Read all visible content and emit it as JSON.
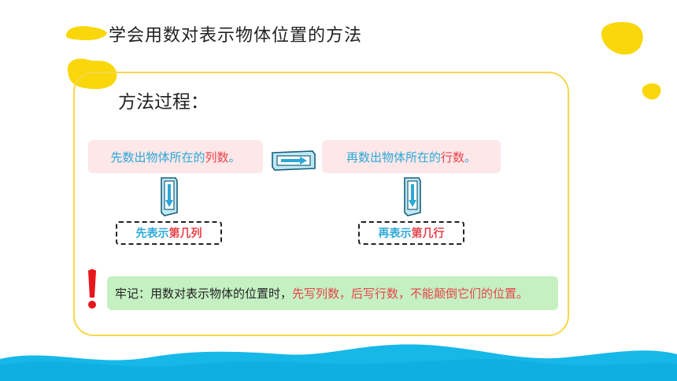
{
  "title": "学会用数对表示物体位置的方法",
  "subtitle": "方法过程：",
  "step1": {
    "text": "先数出物体所在的",
    "highlight": "列数",
    "end": "。"
  },
  "step2": {
    "text": "再数出物体所在的",
    "highlight": "行数",
    "end": "。"
  },
  "result1": {
    "text": "先表示",
    "highlight": "第几列"
  },
  "result2": {
    "text": "再表示",
    "highlight": "第几行"
  },
  "memo": {
    "prefix": "牢记：用数对表示物体的位置时，",
    "highlight": "先写列数，后写行数，不能颠倒它们的位置。"
  },
  "colors": {
    "accent_yellow": "#f9d70b",
    "blue_text": "#2aa8d8",
    "red_text": "#e8434a",
    "wave_blue": "#16b8e8",
    "memo_green": "#c5f0c2"
  },
  "icons": [
    "right-arrow-icon",
    "down-arrow-icon",
    "exclamation-icon"
  ]
}
